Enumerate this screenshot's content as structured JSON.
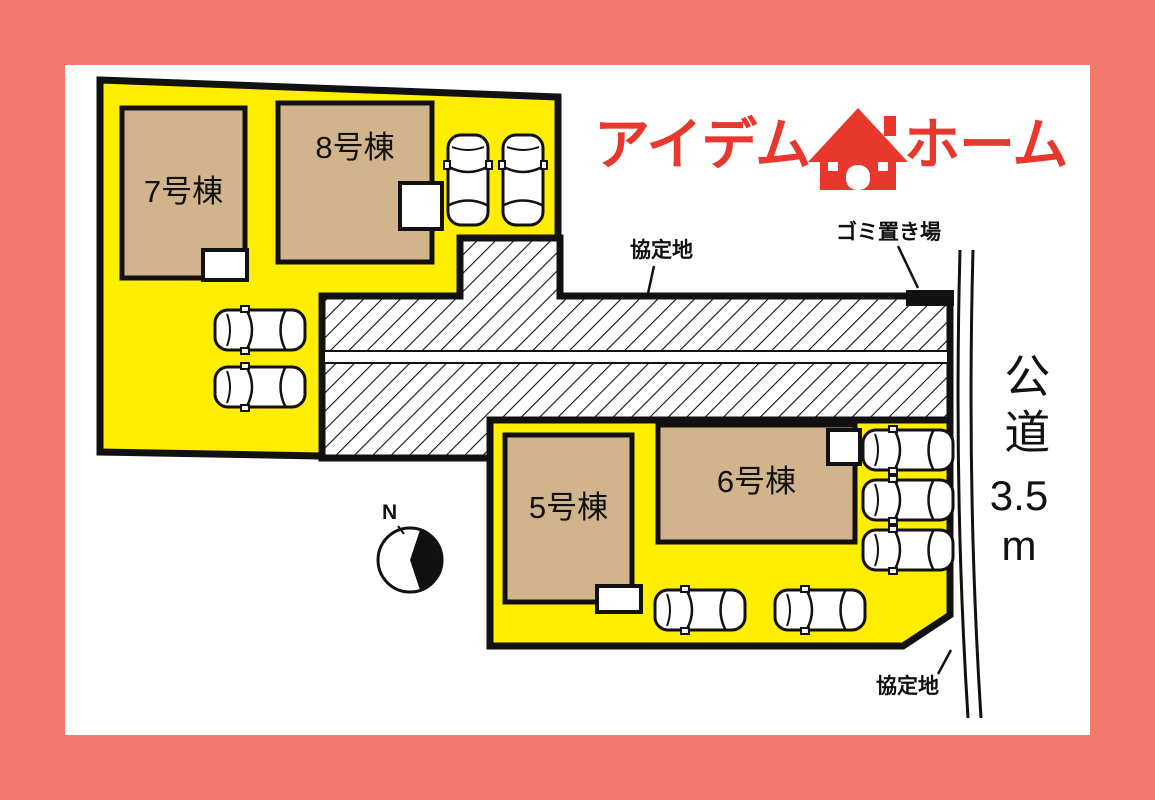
{
  "colors": {
    "frame": "#f2796b",
    "canvas": "#ffffff",
    "parcel": "#ffee00",
    "building": "#d2b48c",
    "outline": "#111111",
    "logo_red": "#e8382d"
  },
  "logo": {
    "left": "アイデム",
    "right": "ホーム"
  },
  "buildings": {
    "b5": "5号棟",
    "b6": "6号棟",
    "b7": "7号棟",
    "b8": "8号棟"
  },
  "labels": {
    "agreement_top": "協定地",
    "garbage": "ゴミ置き場",
    "public_road": "公道",
    "road_width": "3.5",
    "road_width_unit": "m",
    "agreement_bottom": "協定地",
    "north": "N"
  }
}
